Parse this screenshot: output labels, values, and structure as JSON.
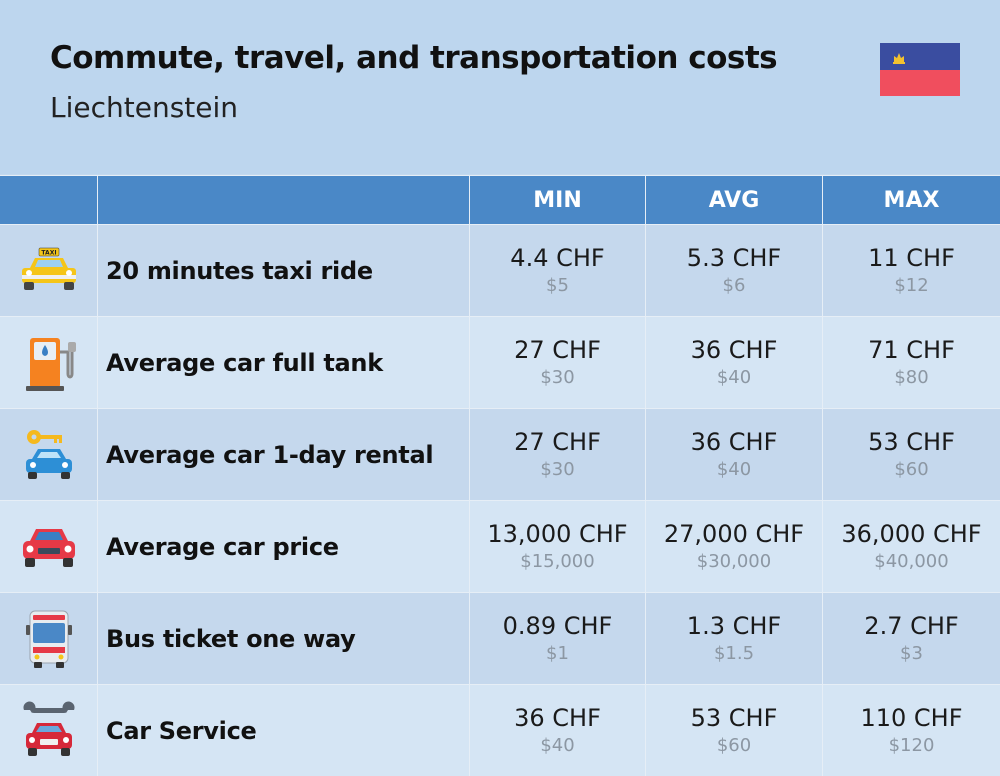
{
  "header": {
    "title": "Commute, travel, and transportation costs",
    "subtitle": "Liechtenstein",
    "flag_icon": "liechtenstein-flag-icon",
    "flag_colors": {
      "top": "#3a4da0",
      "bottom": "#f04e5e"
    }
  },
  "table": {
    "columns": [
      "",
      "",
      "MIN",
      "AVG",
      "MAX"
    ],
    "rows": [
      {
        "icon": "taxi-icon",
        "label": "20 minutes taxi ride",
        "min": {
          "chf": "4.4 CHF",
          "usd": "$5"
        },
        "avg": {
          "chf": "5.3 CHF",
          "usd": "$6"
        },
        "max": {
          "chf": "11 CHF",
          "usd": "$12"
        }
      },
      {
        "icon": "fuel-pump-icon",
        "label": "Average car full tank",
        "min": {
          "chf": "27 CHF",
          "usd": "$30"
        },
        "avg": {
          "chf": "36 CHF",
          "usd": "$40"
        },
        "max": {
          "chf": "71 CHF",
          "usd": "$80"
        }
      },
      {
        "icon": "car-key-icon",
        "label": "Average car 1-day rental",
        "min": {
          "chf": "27 CHF",
          "usd": "$30"
        },
        "avg": {
          "chf": "36 CHF",
          "usd": "$40"
        },
        "max": {
          "chf": "53 CHF",
          "usd": "$60"
        }
      },
      {
        "icon": "car-icon",
        "label": "Average car price",
        "min": {
          "chf": "13,000 CHF",
          "usd": "$15,000"
        },
        "avg": {
          "chf": "27,000 CHF",
          "usd": "$30,000"
        },
        "max": {
          "chf": "36,000 CHF",
          "usd": "$40,000"
        }
      },
      {
        "icon": "bus-icon",
        "label": "Bus ticket one way",
        "min": {
          "chf": "0.89 CHF",
          "usd": "$1"
        },
        "avg": {
          "chf": "1.3 CHF",
          "usd": "$1.5"
        },
        "max": {
          "chf": "2.7 CHF",
          "usd": "$3"
        }
      },
      {
        "icon": "car-service-wrench-icon",
        "label": "Car Service",
        "min": {
          "chf": "36 CHF",
          "usd": "$40"
        },
        "avg": {
          "chf": "53 CHF",
          "usd": "$60"
        },
        "max": {
          "chf": "110 CHF",
          "usd": "$120"
        }
      }
    ]
  },
  "colors": {
    "background": "#bdd6ee",
    "header_row": "#4a88c7",
    "row_odd": "#c5d8ed",
    "row_even": "#d5e5f4"
  }
}
